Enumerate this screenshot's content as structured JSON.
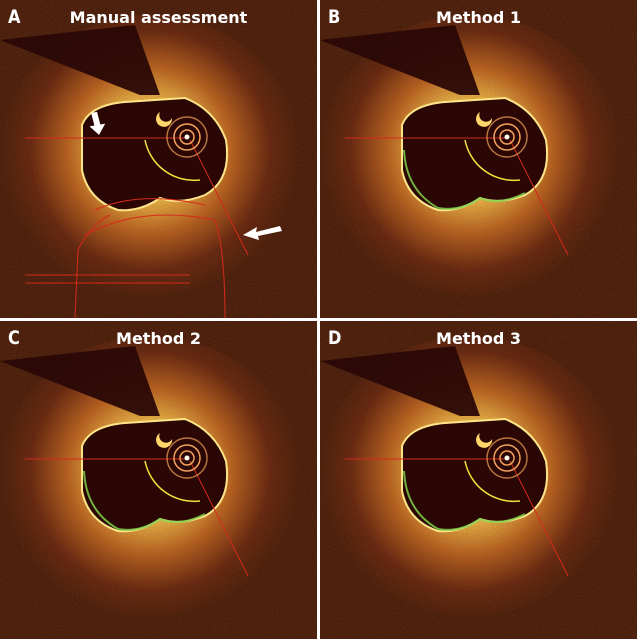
{
  "figure": {
    "panels": [
      {
        "letter": "A",
        "title": "Manual assessment",
        "arrows": true,
        "manual_traces": true
      },
      {
        "letter": "B",
        "title": "Method 1",
        "arrows": false,
        "manual_traces": false
      },
      {
        "letter": "C",
        "title": "Method 2",
        "arrows": false,
        "manual_traces": false
      },
      {
        "letter": "D",
        "title": "Method 3",
        "arrows": false,
        "manual_traces": false
      }
    ],
    "colors": {
      "background": "#3a1206",
      "tissue_glow": "#f7c24a",
      "lumen": "#2a0604",
      "contour_red": "#d42a1a",
      "contour_green": "#7fd04a",
      "guide_arc": "#f2e23a"
    }
  }
}
